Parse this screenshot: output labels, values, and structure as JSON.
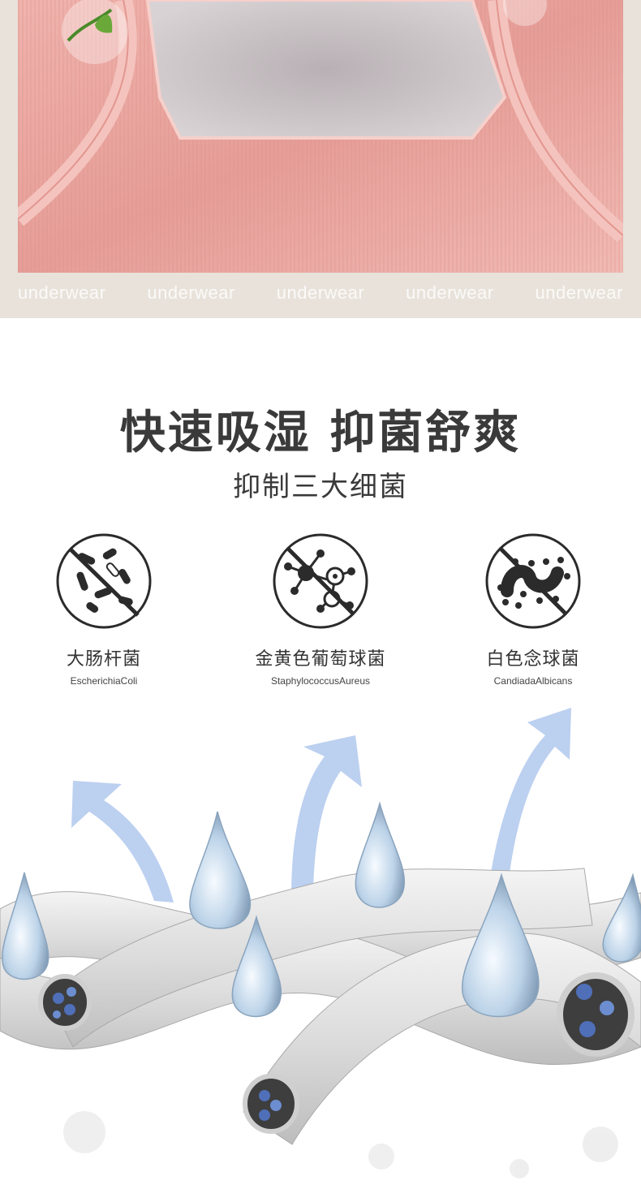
{
  "hero": {
    "watermarks": [
      "underwear",
      "underwear",
      "underwear",
      "underwear",
      "underwear"
    ]
  },
  "headline": "快速吸湿 抑菌舒爽",
  "subhead": "抑制三大细菌",
  "bacteria": [
    {
      "name_cn": "大肠杆菌",
      "name_en": "EscherichiaColi",
      "icon": "rod-bacteria-icon"
    },
    {
      "name_cn": "金黄色葡萄球菌",
      "name_en": "StaphylococcusAureus",
      "icon": "staphylococcus-icon"
    },
    {
      "name_cn": "白色念球菌",
      "name_en": "CandiadaAlbicans",
      "icon": "candida-icon"
    }
  ],
  "colors": {
    "fabric_pink": "#e9a6a0",
    "hero_bg": "#e8e2da",
    "text_dark": "#3a3a3a",
    "arrow_blue": "#b9cdf0",
    "fiber_gray": "#d9d9d9",
    "drop_blue": "#a9c6de"
  }
}
